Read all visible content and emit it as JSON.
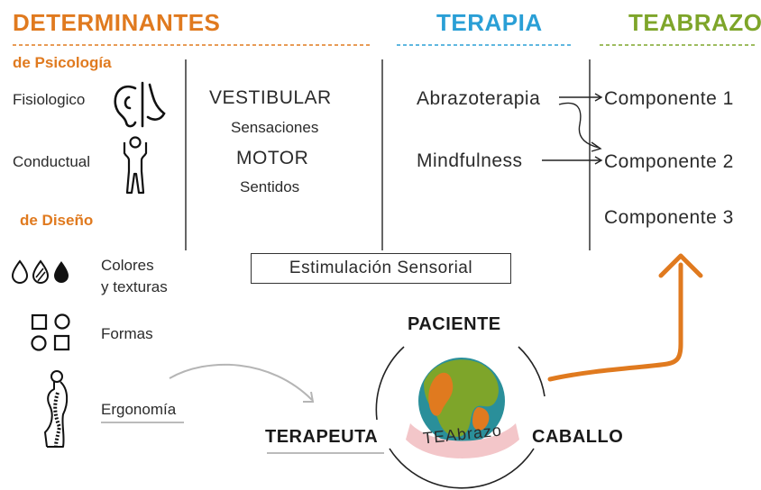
{
  "headers": {
    "determinantes": "DETERMINANTES",
    "terapia": "TERAPIA",
    "teabrazo": "TEABRAZO"
  },
  "psicologia": {
    "title": "de Psicología",
    "fisiologico": "Fisiologico",
    "conductual": "Conductual"
  },
  "diseno": {
    "title": "de Diseño",
    "colores_line1": "Colores",
    "colores_line2": "y texturas",
    "formas": "Formas",
    "ergonomia": "Ergonomía"
  },
  "sensorial": {
    "vestibular": "VESTIBULAR",
    "sensaciones": "Sensaciones",
    "motor": "MOTOR",
    "sentidos": "Sentidos",
    "estimulacion": "Estimulación Sensorial"
  },
  "terapia": {
    "abrazoterapia": "Abrazoterapia",
    "mindfulness": "Mindfulness"
  },
  "componentes": [
    "Componente 1",
    "Componente 2",
    "Componente 3"
  ],
  "triad": {
    "paciente": "PACIENTE",
    "terapeuta": "TERAPEUTA",
    "caballo": "CABALLO",
    "logo_text": "TEAbrazo"
  },
  "colors": {
    "orange": "#e07a1f",
    "blue": "#2a9fd6",
    "green": "#7ea52a",
    "logo_teal": "#2a8f9a",
    "logo_pink": "#f3c6c9"
  },
  "icons": [
    "ear-nose-icon",
    "person-arms-up-icon",
    "drops-icon",
    "shapes-icon",
    "spine-icon"
  ]
}
